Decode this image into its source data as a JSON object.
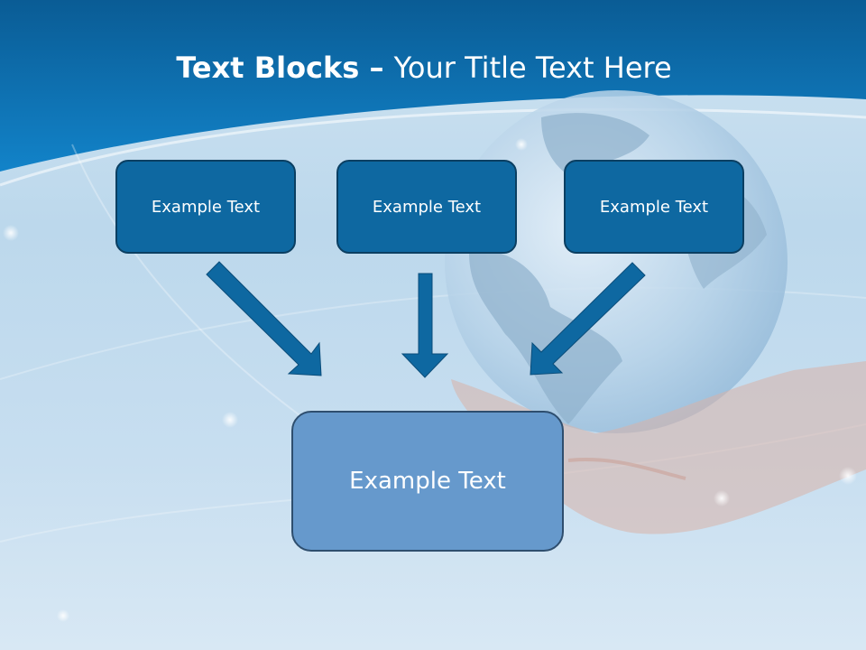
{
  "slide": {
    "title_bold": "Text Blocks",
    "title_dash": " – ",
    "title_rest": "Your Title Text Here"
  },
  "blocks": {
    "top": [
      {
        "text": "Example Text"
      },
      {
        "text": "Example Text"
      },
      {
        "text": "Example Text"
      }
    ],
    "bottom": {
      "text": "Example Text"
    }
  },
  "colors": {
    "header_blue": "#0b74b8",
    "box_fill": "#0e68a1",
    "box_border": "#0b3f62",
    "bottom_fill": "#6699cc",
    "arrow": "#0e68a1"
  },
  "background": {
    "image": "globe-in-hands",
    "icon": "globe-icon"
  }
}
